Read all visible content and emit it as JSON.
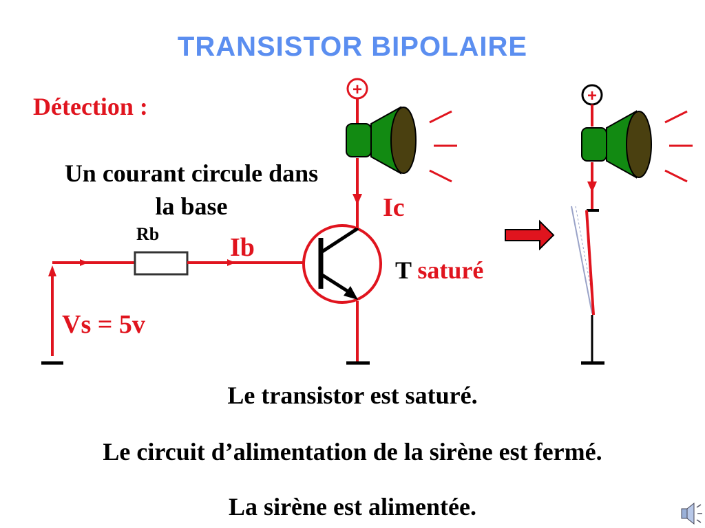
{
  "slide": {
    "title": "TRANSISTOR BIPOLAIRE",
    "section_label": "Détection :",
    "explanation": "Un courant circule dans la base",
    "labels": {
      "rb": "Rb",
      "ib": "Ib",
      "ic": "Ic",
      "vs": "Vs = 5v",
      "transistor_prefix": "T",
      "transistor_state": "saturé",
      "plus_left": "+",
      "plus_right": "+"
    },
    "conclusions": [
      "Le transistor est saturé.",
      "Le circuit d’alimentation de la sirène est fermé.",
      "La sirène est alimentée."
    ]
  },
  "colors": {
    "title": "#5b8ef0",
    "wire": "#e0141e",
    "siren_green": "#128a12",
    "siren_dark": "#4a4010",
    "switch": "#9aa3c8"
  },
  "icons": [
    "speaker-icon",
    "arrow-right-icon",
    "sound-icon"
  ]
}
